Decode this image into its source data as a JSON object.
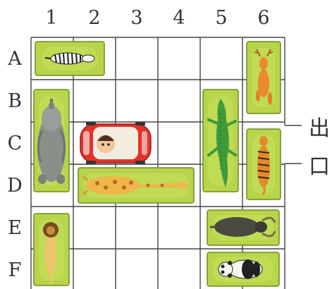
{
  "columns": [
    "1",
    "2",
    "3",
    "4",
    "5",
    "6"
  ],
  "rows": [
    "A",
    "B",
    "C",
    "D",
    "E",
    "F"
  ],
  "exit_label": [
    "出",
    "口"
  ],
  "colors": {
    "grid_line": "#444444",
    "tile": "#b7d44a",
    "tile_border": "#6d8d21",
    "car_body": "#e2322c",
    "elephant": "#8b8f8a",
    "crocodile": "#3f9a3a",
    "giraffe": "#e8a63a",
    "buffalo": "#4a4a42",
    "panda": "#222222"
  },
  "pieces": [
    {
      "id": "zebra",
      "icon": "zebra-icon",
      "cells": [
        "A1",
        "A2"
      ],
      "orientation": "horizontal"
    },
    {
      "id": "deer",
      "icon": "deer-icon",
      "cells": [
        "A6",
        "B6"
      ],
      "orientation": "vertical"
    },
    {
      "id": "elephant",
      "icon": "elephant-icon",
      "cells": [
        "B1",
        "C1",
        "D1"
      ],
      "orientation": "vertical"
    },
    {
      "id": "crocodile",
      "icon": "crocodile-icon",
      "cells": [
        "B5",
        "C5",
        "D5"
      ],
      "orientation": "vertical"
    },
    {
      "id": "red-car",
      "icon": "red-car-icon",
      "cells": [
        "C2",
        "C3"
      ],
      "orientation": "horizontal"
    },
    {
      "id": "tiger",
      "icon": "tiger-icon",
      "cells": [
        "C6",
        "D6"
      ],
      "orientation": "vertical"
    },
    {
      "id": "giraffe",
      "icon": "giraffe-icon",
      "cells": [
        "D2",
        "D3",
        "D4"
      ],
      "orientation": "horizontal"
    },
    {
      "id": "lion",
      "icon": "lion-icon",
      "cells": [
        "E1",
        "F1"
      ],
      "orientation": "vertical"
    },
    {
      "id": "buffalo",
      "icon": "buffalo-icon",
      "cells": [
        "E5",
        "E6"
      ],
      "orientation": "horizontal"
    },
    {
      "id": "panda",
      "icon": "panda-icon",
      "cells": [
        "F5",
        "F6"
      ],
      "orientation": "horizontal"
    }
  ]
}
